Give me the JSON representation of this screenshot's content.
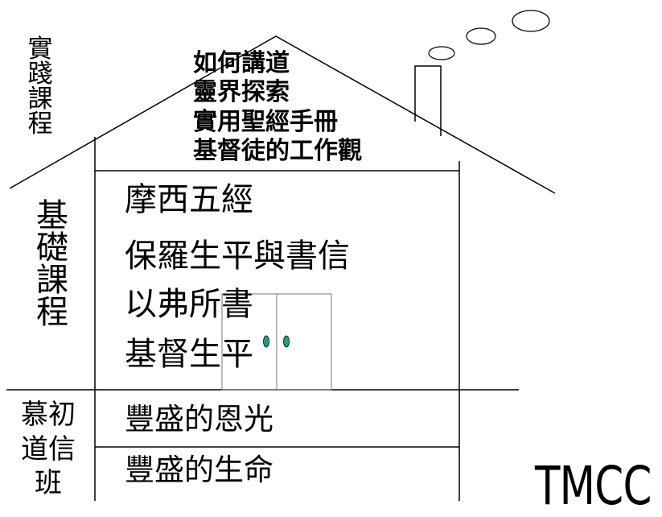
{
  "sections": {
    "advanced": {
      "label_chars": [
        "實",
        "踐",
        "課",
        "程"
      ],
      "courses": [
        "如何講道",
        "靈界探索",
        "實用聖經手冊",
        "基督徒的工作觀"
      ]
    },
    "foundation": {
      "label_chars": [
        "基",
        "礎",
        "課",
        "程"
      ],
      "courses": [
        "摩西五經",
        "保羅生平與書信",
        "以弗所書",
        "基督生平"
      ]
    },
    "intro": {
      "label_lines": [
        "慕初",
        "道信",
        "班"
      ],
      "courses": [
        "豐盛的恩光",
        "豐盛的生命"
      ]
    }
  },
  "brand": "TMCC",
  "colors": {
    "door_knob": "#1aa37a",
    "line": "#000000",
    "door": "#555555"
  }
}
